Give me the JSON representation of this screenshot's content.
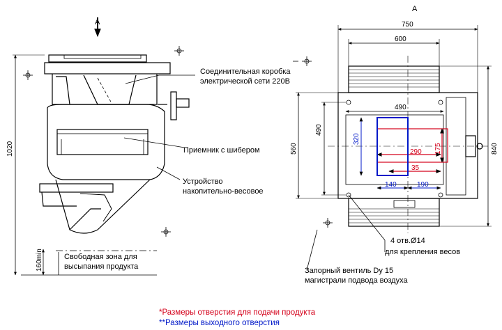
{
  "view_arrow": "A",
  "view_label": "A",
  "labels": {
    "box_line1": "Соединительная коробка",
    "box_line2": "электрической сети 220В",
    "receiver": "Приемник с шибером",
    "device_line1": "Устройство",
    "device_line2": "накопительно-весовое",
    "zone_line1": "Свободная зона для",
    "zone_line2": "высыпания продукта",
    "holes_line1": "4 отв.Ø14",
    "holes_line2": "для крепления весов",
    "valve_line1": "Запорный вентиль Dy 15",
    "valve_line2": "магистрали подвода воздуха"
  },
  "dimensions": {
    "height_total": "1020",
    "min_zone": "160min",
    "width_750": "750",
    "width_600": "600",
    "inner_490_h": "490",
    "left_490": "490",
    "left_560": "560",
    "right_840": "840",
    "blue_320": "320",
    "red_290": "290",
    "red_175": "175",
    "red_35": "35",
    "blue_140": "140",
    "blue_190": "190"
  },
  "notes": {
    "red": "*Размеры отверстия для подачи продукта",
    "blue": "**Размеры выходного отверстия"
  },
  "colors": {
    "red": "#d4001a",
    "blue": "#0018c8",
    "line": "#000000"
  }
}
